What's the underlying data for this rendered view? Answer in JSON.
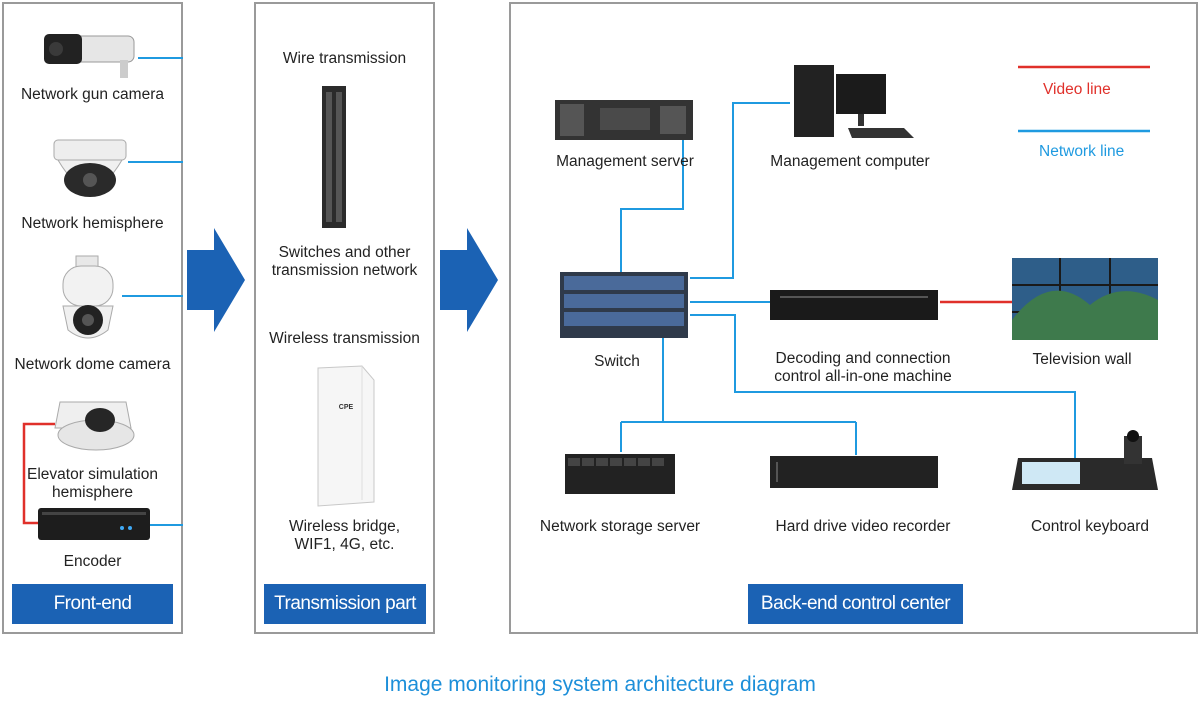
{
  "front_end": {
    "title": "Front-end",
    "devices": [
      {
        "label": "Network gun camera",
        "icon": "gun-camera-icon"
      },
      {
        "label": "Network hemisphere",
        "icon": "hemisphere-camera-icon"
      },
      {
        "label": "Network dome camera",
        "icon": "dome-camera-icon"
      },
      {
        "label": "Elevator simulation hemisphere",
        "icon": "elevator-camera-icon"
      },
      {
        "label": "Encoder",
        "icon": "encoder-icon"
      }
    ]
  },
  "transmission": {
    "title": "Transmission part",
    "wire_title": "Wire transmission",
    "wire_caption": "Switches and other transmission network",
    "wireless_title": "Wireless transmission",
    "wireless_caption": "Wireless bridge, WIF1, 4G, etc.",
    "bridge_brand": "CPE"
  },
  "back_end": {
    "title": "Back-end control center",
    "management_server": "Management server",
    "management_computer": "Management computer",
    "switch": "Switch",
    "decoder": "Decoding and connection control all-in-one machine",
    "tv_wall": "Television wall",
    "storage": "Network storage server",
    "nvr": "Hard drive video recorder",
    "keyboard": "Control keyboard"
  },
  "legend": {
    "video_line": "Video line",
    "network_line": "Network line",
    "video_color": "#e0302a",
    "network_color": "#1f9ae0"
  },
  "caption": "Image monitoring system architecture diagram"
}
